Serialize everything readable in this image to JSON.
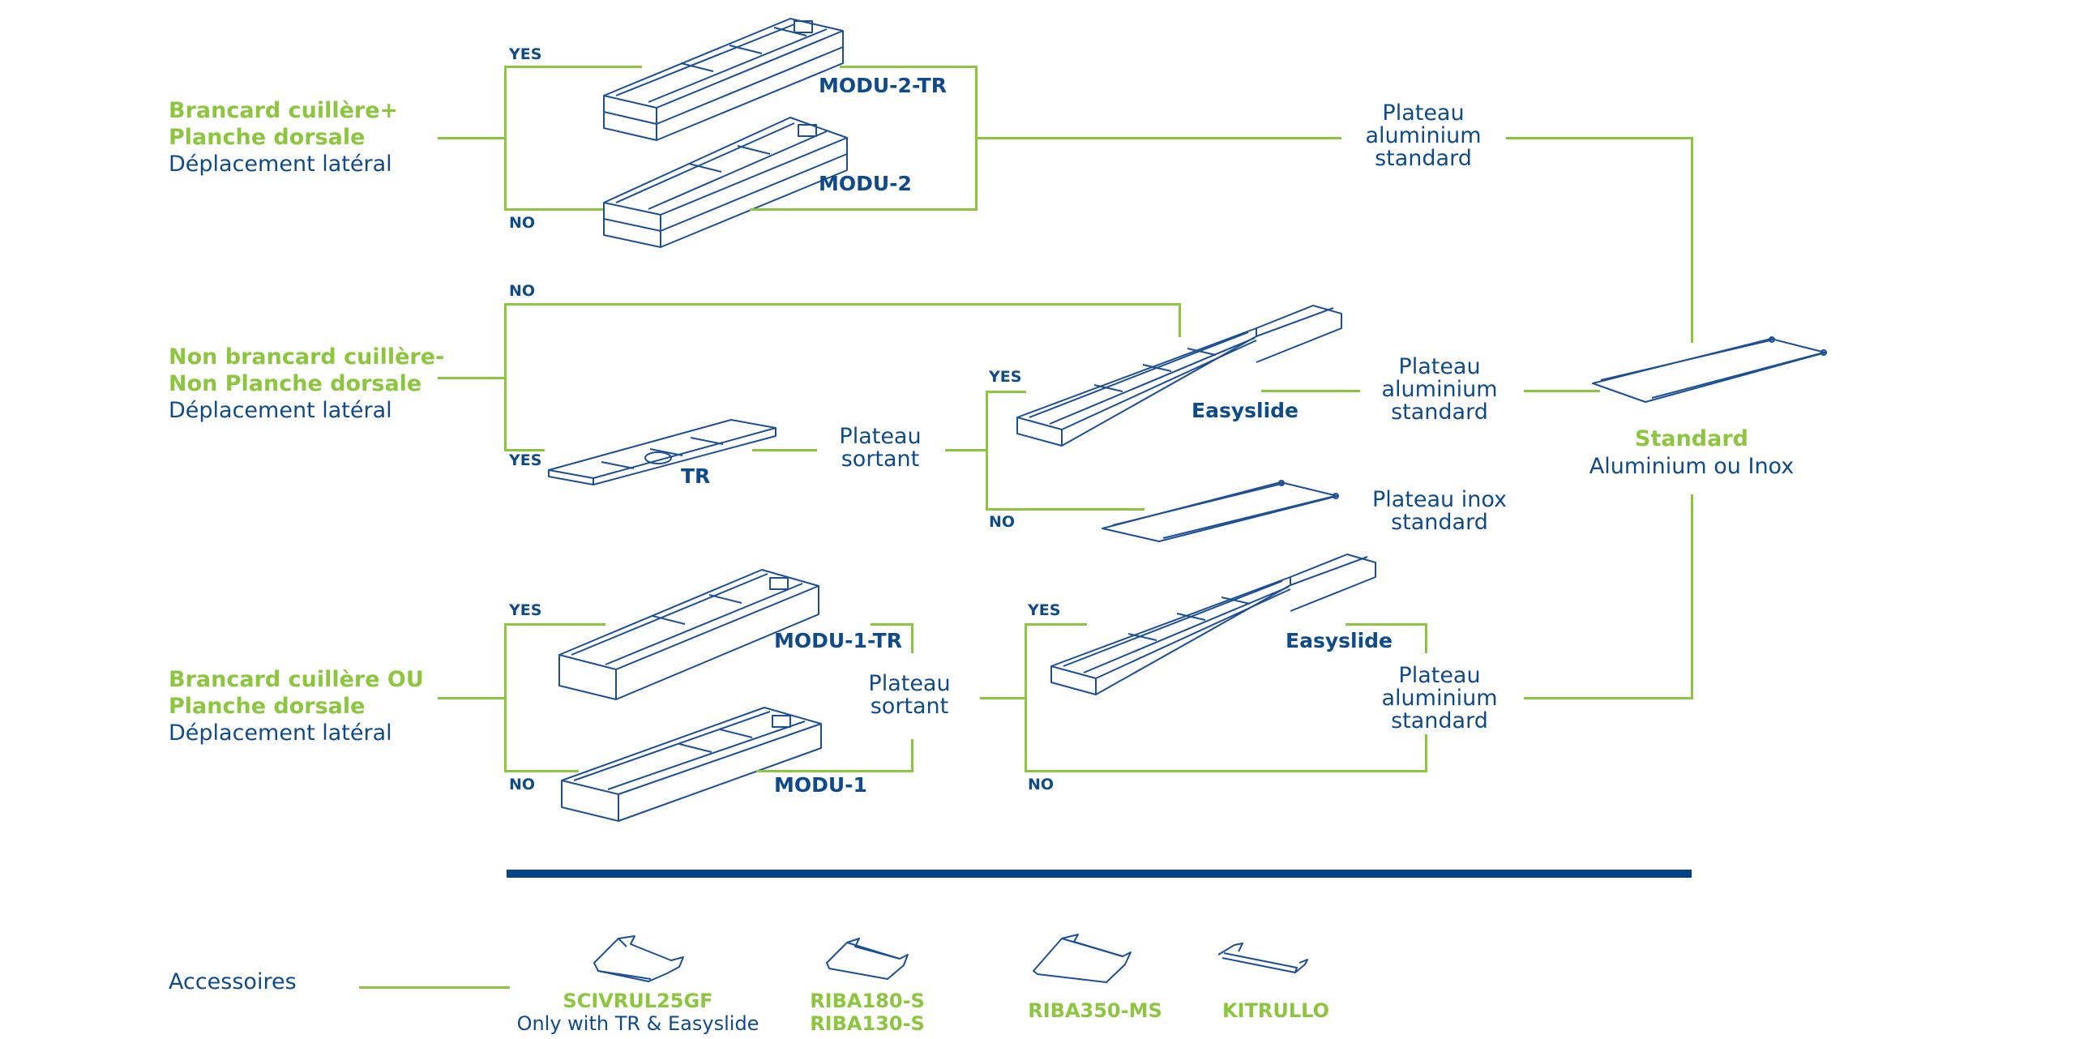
{
  "colors": {
    "accent_green": "#8cc63e",
    "text_blue": "#0f4a8a",
    "divider_blue": "#004485"
  },
  "rows": [
    {
      "condition_title": [
        "Brancard cuillère+",
        "Planche dorsale"
      ],
      "condition_subtitle": "Déplacement latéral",
      "yes_label": "YES",
      "no_label": "NO",
      "yes_product": "MODU-2-TR",
      "no_product": "MODU-2"
    },
    {
      "condition_title": [
        "Non brancard cuillère-",
        "Non Planche dorsale"
      ],
      "condition_subtitle": "Déplacement latéral",
      "yes_label": "YES",
      "no_label": "NO",
      "yes_product": "TR"
    },
    {
      "condition_title": [
        "Brancard cuillère OU",
        "Planche dorsale"
      ],
      "condition_subtitle": "Déplacement latéral",
      "yes_label": "YES",
      "no_label": "NO",
      "yes_product": "MODU-1-TR",
      "no_product": "MODU-1"
    }
  ],
  "options": {
    "plateau_sortant": [
      "Plateau",
      "sortant"
    ],
    "plateau_aluminium_standard": [
      "Plateau",
      "aluminium",
      "standard"
    ],
    "plateau_inox_standard": [
      "Plateau inox",
      "standard"
    ]
  },
  "branches": {
    "row2_sortant": {
      "yes_label": "YES",
      "no_label": "NO",
      "yes_product": "Easyslide"
    },
    "row3_sortant": {
      "yes_label": "YES",
      "no_label": "NO",
      "yes_product": "Easyslide"
    }
  },
  "result": {
    "title": "Standard",
    "subtitle": "Aluminium ou Inox"
  },
  "accessories": {
    "label": "Accessoires",
    "items": [
      {
        "code": "SCIVRUL25GF",
        "note": "Only with TR & Easyslide"
      },
      {
        "code": "RIBA180-S",
        "code2": "RIBA130-S"
      },
      {
        "code": "RIBA350-MS"
      },
      {
        "code": "KITRULLO"
      }
    ]
  }
}
